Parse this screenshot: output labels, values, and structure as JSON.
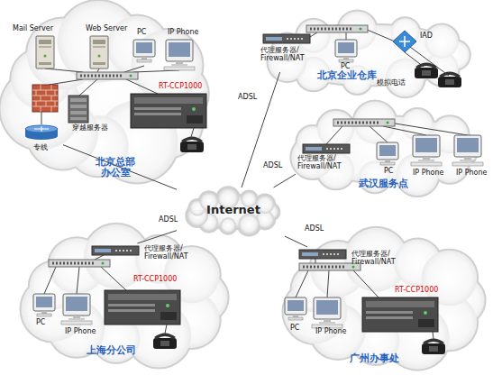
{
  "diagram": {
    "nodes": [
      {
        "text": [
          "北京总部 办公室"
        ]
      },
      {
        "text": [
          "Mail Server"
        ],
        "in": 0
      },
      {
        "text": [
          "Web Server"
        ],
        "in": 0
      },
      {
        "text": [
          "PC"
        ],
        "in": 0
      },
      {
        "text": [
          "IP Phone"
        ],
        "in": 0
      },
      {
        "text": [
          "RT-CCP1000"
        ],
        "in": 0
      },
      {
        "text": [
          "穿越服务器"
        ],
        "in": 0
      },
      {
        "text": [
          "专线"
        ],
        "in": 0
      },
      {
        "text": [
          "北京企业仓库"
        ]
      },
      {
        "text": [
          "代理服务器/ Firewall/NAT"
        ],
        "in": 8
      },
      {
        "text": [
          "PC"
        ],
        "in": 8
      },
      {
        "text": [
          "IAD"
        ],
        "in": 8
      },
      {
        "text": [
          "模拟电话"
        ],
        "in": 8
      },
      {
        "text": [
          "武汉服务点"
        ]
      },
      {
        "text": [
          "代理服务器/ Firewall/NAT"
        ],
        "in": 13
      },
      {
        "text": [
          "PC"
        ],
        "in": 13
      },
      {
        "text": [
          "IP Phone"
        ],
        "in": 13
      },
      {
        "text": [
          "IP Phone"
        ],
        "in": 13
      },
      {
        "text": [
          "Internet"
        ]
      },
      {
        "text": [
          "上海分公司"
        ]
      },
      {
        "text": [
          "代理服务器/ Firewall/NAT"
        ],
        "in": 19
      },
      {
        "text": [
          "RT-CCP1000"
        ],
        "in": 19
      },
      {
        "text": [
          "PC"
        ],
        "in": 19
      },
      {
        "text": [
          "IP Phone"
        ],
        "in": 19
      },
      {
        "text": [
          "广州办事处"
        ]
      },
      {
        "text": [
          "代理服务器/ Firewall/NAT"
        ],
        "in": 24
      },
      {
        "text": [
          "RT-CCP1000"
        ],
        "in": 24
      },
      {
        "text": [
          "PC"
        ],
        "in": 24
      },
      {
        "text": [
          "IP Phone"
        ],
        "in": 24
      }
    ],
    "edges": [
      {
        "from": 7,
        "to": 18,
        "arrow": "none"
      },
      {
        "from": 9,
        "to": 18,
        "label": "ADSL",
        "arrow": "none"
      },
      {
        "from": 14,
        "to": 18,
        "label": "ADSL",
        "arrow": "none"
      },
      {
        "from": 20,
        "to": 18,
        "label": "ADSL",
        "arrow": "none"
      },
      {
        "from": 25,
        "to": 18,
        "label": "ADSL",
        "arrow": "none"
      }
    ]
  }
}
